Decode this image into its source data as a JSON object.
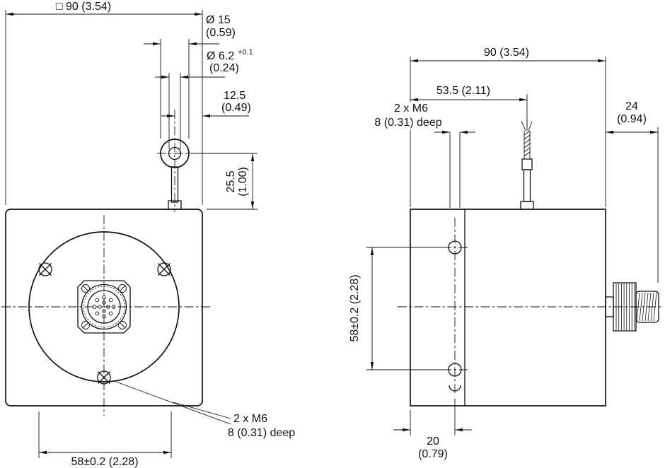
{
  "colors": {
    "line": "#111111",
    "background": "#ffffff"
  },
  "front_view": {
    "dim_width": "□ 90 (3.54)",
    "dim_eyelet_outer_mm": "Ø 15",
    "dim_eyelet_outer_in": "(0.59)",
    "dim_eyelet_inner_mm": "Ø 6.2",
    "dim_eyelet_inner_tol": "+0.1",
    "dim_eyelet_inner_in": "(0.24)",
    "dim_wire_offset_mm": "12.5",
    "dim_wire_offset_in": "(0.49)",
    "dim_eyelet_height_mm": "25.5",
    "dim_eyelet_height_in": "(1.00)",
    "dim_hole_spacing": "58±0.2 (2.28)",
    "thread_note_line1": "2 x M6",
    "thread_note_line2": "8 (0.31) deep"
  },
  "side_view": {
    "dim_width": "90 (3.54)",
    "dim_wire_position": "53.5 (2.11)",
    "thread_note_line1": "2 x M6",
    "thread_note_line2": "8 (0.31) deep",
    "dim_connector_mm": "24",
    "dim_connector_in": "(0.94)",
    "dim_hole_spacing": "58±0.2 (2.28)",
    "dim_hole_offset_mm": "20",
    "dim_hole_offset_in": "(0.79)"
  }
}
